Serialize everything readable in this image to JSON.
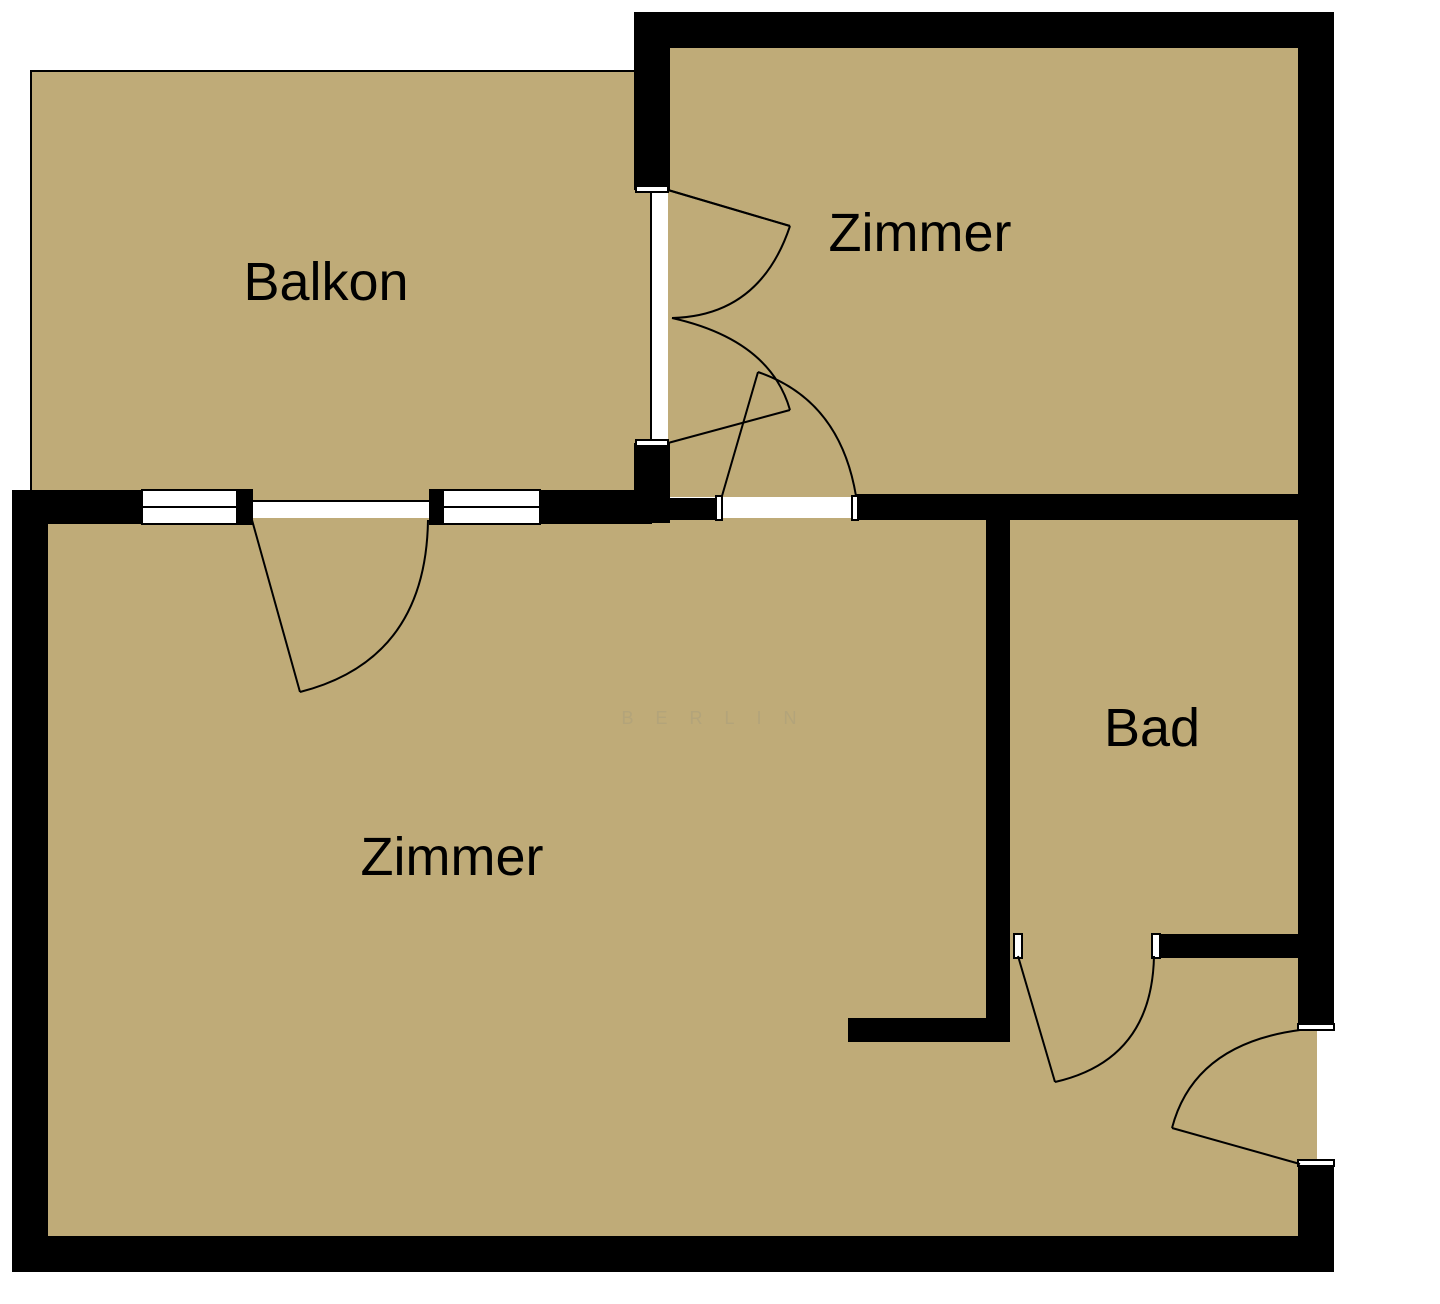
{
  "colors": {
    "floor": "#bfab78",
    "wall": "#000000",
    "window": "#ffffff",
    "watermark": "#b3a47a"
  },
  "rooms": {
    "balkon": "Balkon",
    "zimmer_top": "Zimmer",
    "zimmer_main": "Zimmer",
    "bad": "Bad"
  },
  "watermark": "BERLIN"
}
